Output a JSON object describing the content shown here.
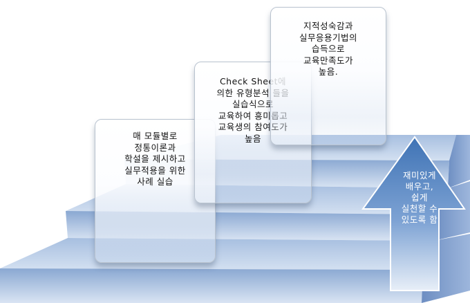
{
  "steps": [
    {
      "lines": [
        "매 모듈별로",
        "정통이론과",
        "학설을 제시하고",
        "실무적용을 위한",
        "사례 실습"
      ]
    },
    {
      "lines": [
        "Check Sheet에",
        "의한 유형분석 들을",
        "실습식으로",
        "교육하여 흥미롭고",
        "교육생의 참여도가",
        "높음"
      ]
    },
    {
      "lines": [
        "지적성숙감과",
        "실무응용기법의",
        "습득으로",
        "교육만족도가",
        "높음."
      ]
    }
  ],
  "arrow": {
    "lines": [
      "재미있게",
      "배우고,",
      "쉽게",
      "실천할 수",
      "있도록 함"
    ]
  },
  "colors": {
    "step_top": "#bcd0ea",
    "step_front": "#7f9fcc",
    "step_side": "#6688bb",
    "arrow_fill": "#5d89c2",
    "card_border": "#b9c3cf"
  }
}
